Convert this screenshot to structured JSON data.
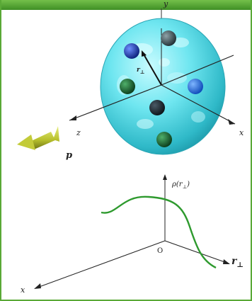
{
  "top_diagram": {
    "axis_y_label": "y",
    "axis_x_label": "x",
    "axis_z_label": "z",
    "radius_label": "r",
    "radius_subscript": "⊥",
    "momentum_label": "p",
    "sphere_color": "#5fe0ec",
    "arrow_color": "#b9c23a"
  },
  "bottom_diagram": {
    "origin_label": "O",
    "vertical_axis_label": "ρ(r",
    "vertical_axis_subscript": "⊥",
    "vertical_axis_close": ")",
    "horizontal_axis_label": "r",
    "horizontal_axis_subscript": "⊥",
    "x_axis_label": "x",
    "curve_color": "#2e9a2e"
  },
  "colors": {
    "border": "#5aa937"
  }
}
